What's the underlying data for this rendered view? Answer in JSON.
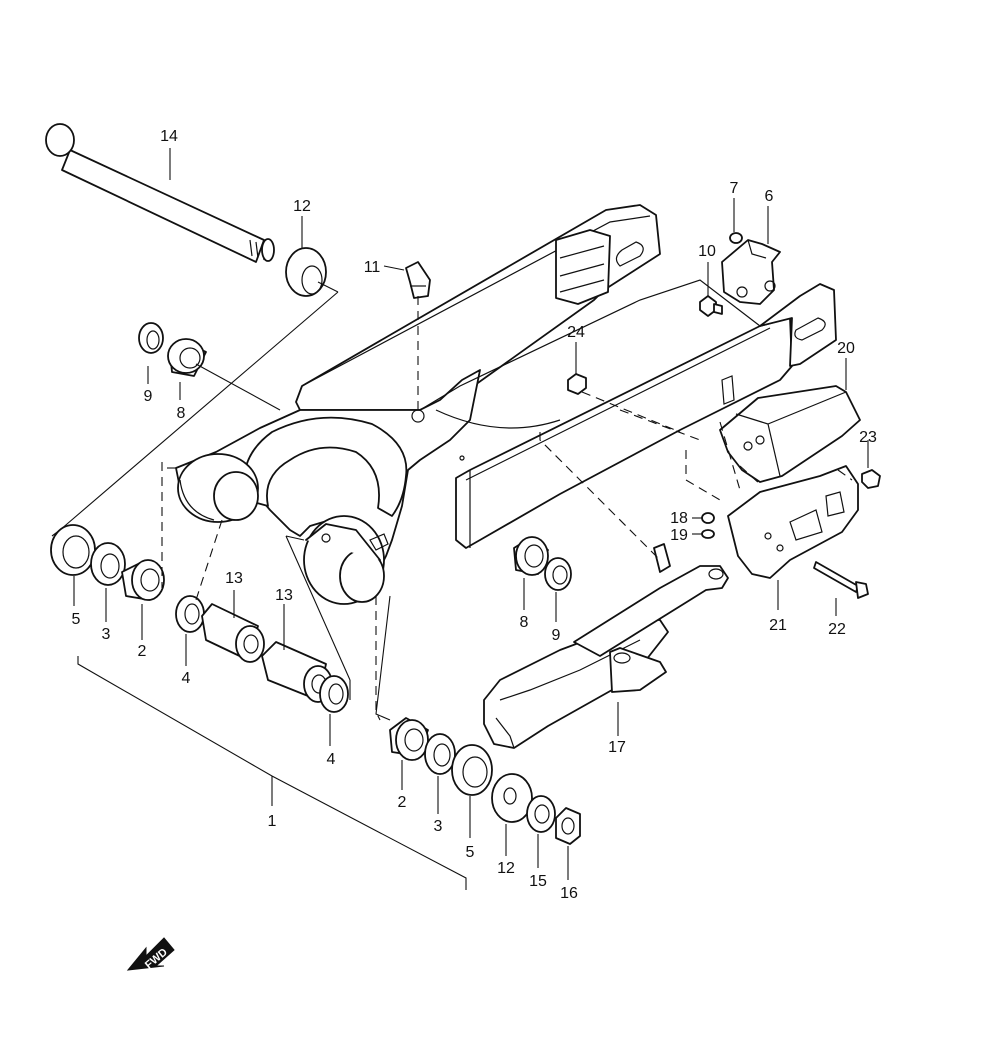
{
  "colors": {
    "line": "#111111",
    "background": "#ffffff"
  },
  "fwd_label": "FWD",
  "callouts": {
    "p1": "1",
    "p2a": "2",
    "p2b": "2",
    "p3a": "3",
    "p3b": "3",
    "p4a": "4",
    "p4b": "4",
    "p5a": "5",
    "p5b": "5",
    "p6": "6",
    "p7": "7",
    "p8a": "8",
    "p8b": "8",
    "p9a": "9",
    "p9b": "9",
    "p10": "10",
    "p11": "11",
    "p12a": "12",
    "p12b": "12",
    "p13a": "13",
    "p13b": "13",
    "p14": "14",
    "p15": "15",
    "p16": "16",
    "p17": "17",
    "p18": "18",
    "p19": "19",
    "p20": "20",
    "p21": "21",
    "p22": "22",
    "p23": "23",
    "p24": "24"
  }
}
